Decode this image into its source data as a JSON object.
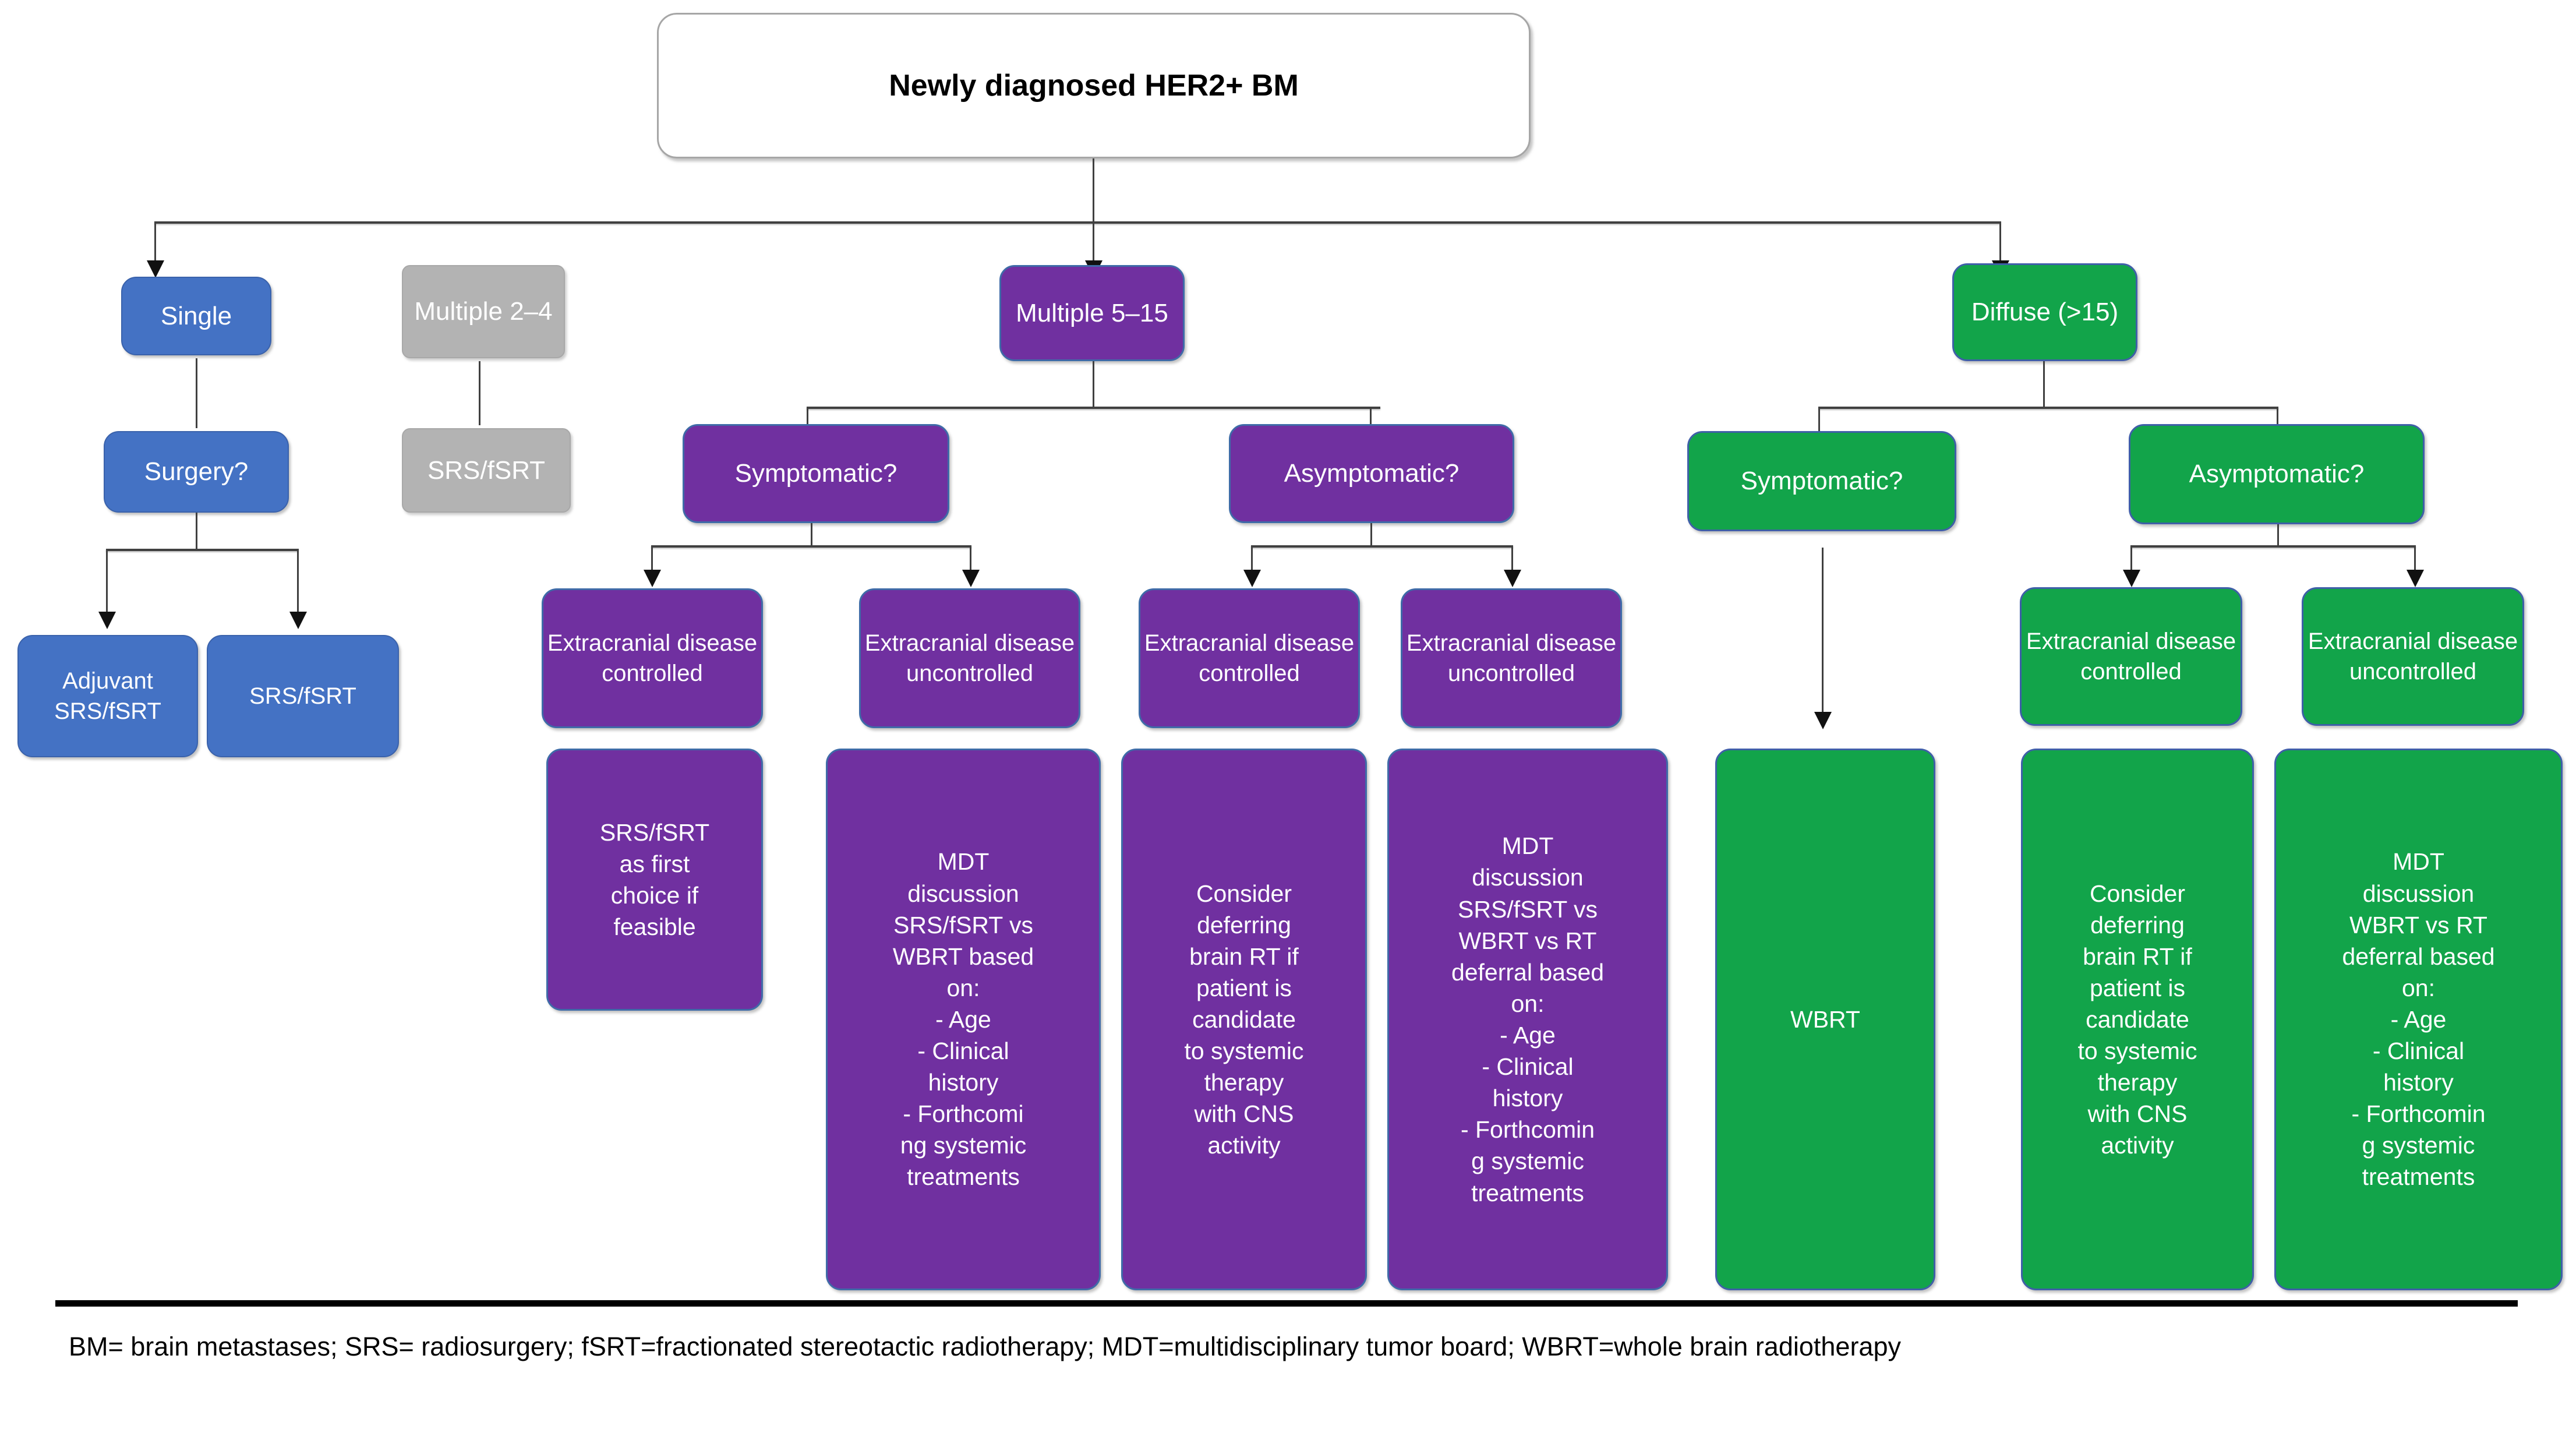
{
  "title": "Newly diagnosed HER2+ BM",
  "colors": {
    "blue": "#4472c4",
    "gray": "#b3b3b3",
    "purple": "#7030a0",
    "green": "#12a44a",
    "root_border": "#a6a6a6",
    "connector": "#404040"
  },
  "branches": {
    "single": {
      "head": "Single",
      "decision": "Surgery?",
      "outcomes": [
        "Adjuvant\nSRS/fSRT",
        "SRS/fSRT"
      ]
    },
    "multiple_2_4": {
      "head": "Multiple\n2–4",
      "treatment": "SRS/fSRT"
    },
    "multiple_5_15": {
      "head": "Multiple\n5–15",
      "decisions": [
        "Symptomatic?",
        "Asymptomatic?"
      ],
      "disease_status": [
        "Extracranial\ndisease\ncontrolled",
        "Extracranial\ndisease\nuncontrolled",
        "Extracranial\ndisease\ncontrolled",
        "Extracranial\ndisease\nuncontrolled"
      ],
      "recommendations": [
        "SRS/fSRT\nas first\nchoice if\nfeasible",
        "MDT\ndiscussion\nSRS/fSRT vs\nWBRT based\non:\n-        Age\n-       Clinical\nhistory\n-       Forthcomi\nng systemic\ntreatments",
        "Consider\ndeferring\nbrain RT if\npatient is\ncandidate\nto systemic\ntherapy\nwith CNS\nactivity",
        "MDT\ndiscussion\nSRS/fSRT vs\nWBRT vs RT\ndeferral based\non:\n-        Age\n-       Clinical\nhistory\n-      Forthcomin\ng systemic\ntreatments"
      ]
    },
    "diffuse": {
      "head": "Diffuse\n(>15)",
      "decisions": [
        "Symptomatic?",
        "Asymptomatic?"
      ],
      "disease_status": [
        "Extracranial\ndisease\ncontrolled",
        "Extracranial\ndisease\nuncontrolled"
      ],
      "recommendations": [
        "WBRT",
        "Consider\ndeferring\nbrain RT if\npatient is\ncandidate\nto systemic\ntherapy\nwith CNS\nactivity",
        "MDT\ndiscussion\nWBRT vs RT\ndeferral based\non:\n-        Age\n-       Clinical\nhistory\n-      Forthcomin\ng systemic\ntreatments"
      ]
    }
  },
  "legend": "BM= brain metastases; SRS= radiosurgery; fSRT=fractionated stereotactic radiotherapy; MDT=multidisciplinary tumor board; WBRT=whole brain radiotherapy"
}
